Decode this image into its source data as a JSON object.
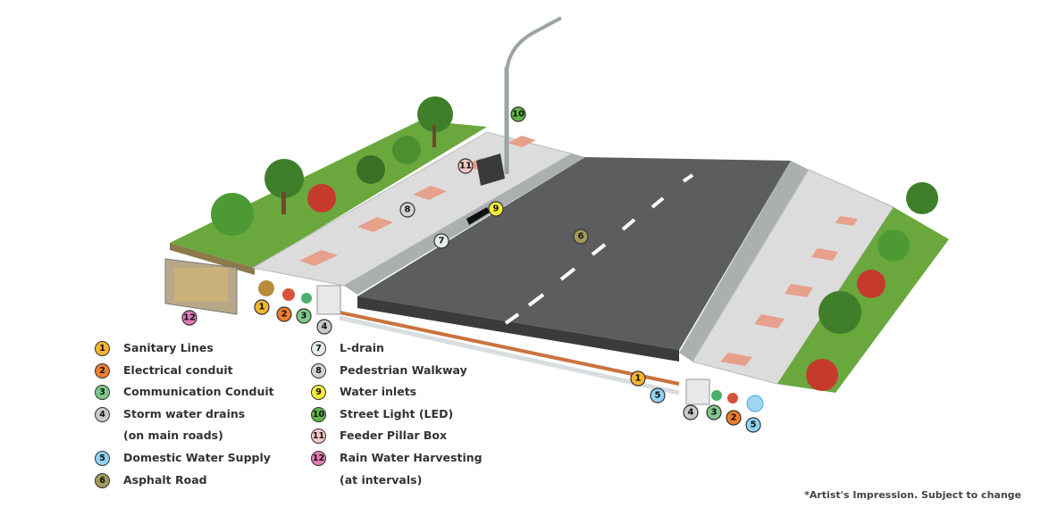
{
  "legend": {
    "items": [
      {
        "num": "1",
        "label": "Sanitary Lines",
        "color": "#f4b531"
      },
      {
        "num": "2",
        "label": "Electrical conduit",
        "color": "#ef7d2d"
      },
      {
        "num": "3",
        "label": "Communication Conduit",
        "color": "#7ec98a"
      },
      {
        "num": "4",
        "label": "Storm water drains",
        "sub": "(on main roads)",
        "color": "#c9c9c9"
      },
      {
        "num": "5",
        "label": "Domestic Water Supply",
        "color": "#8fd3f1"
      },
      {
        "num": "6",
        "label": "Asphalt Road",
        "color": "#a39a5a"
      },
      {
        "num": "7",
        "label": "L-drain",
        "color": "#e3ece6"
      },
      {
        "num": "8",
        "label": "Pedestrian Walkway",
        "color": "#d3d3d3"
      },
      {
        "num": "9",
        "label": "Water inlets",
        "color": "#f6ee3a"
      },
      {
        "num": "10",
        "label": "Street Light (LED)",
        "color": "#63b545"
      },
      {
        "num": "11",
        "label": "Feeder Pillar Box",
        "color": "#f7c9c3"
      },
      {
        "num": "12",
        "label": "Rain Water Harvesting",
        "sub": "(at intervals)",
        "color": "#e27bb6"
      }
    ]
  },
  "note": "*Artist's Impression. Subject to change"
}
